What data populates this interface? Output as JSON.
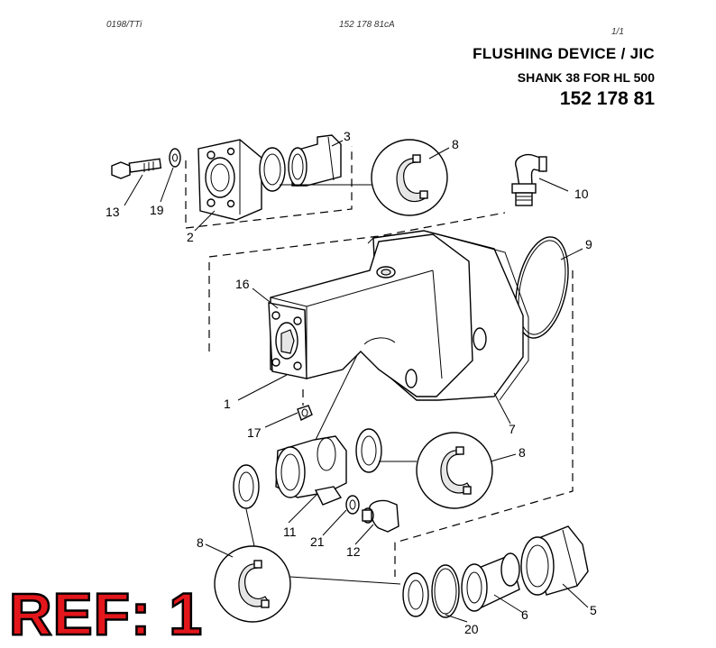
{
  "header": {
    "code_left": "0198/TTi",
    "code_center": "152 178 81cA",
    "page": "1/1"
  },
  "title": {
    "line1": "FLUSHING  DEVICE / JIC",
    "line2": "SHANK 38 FOR HL 500",
    "part_number": "152 178 81"
  },
  "reference": "REF: 1",
  "callouts": {
    "c1": "1",
    "c2": "2",
    "c3": "3",
    "c5": "5",
    "c6": "6",
    "c7": "7",
    "c8a": "8",
    "c8b": "8",
    "c8c": "8",
    "c9": "9",
    "c10": "10",
    "c11": "11",
    "c12": "12",
    "c13": "13",
    "c16": "16",
    "c17": "17",
    "c19": "19",
    "c20": "20",
    "c21": "21"
  }
}
